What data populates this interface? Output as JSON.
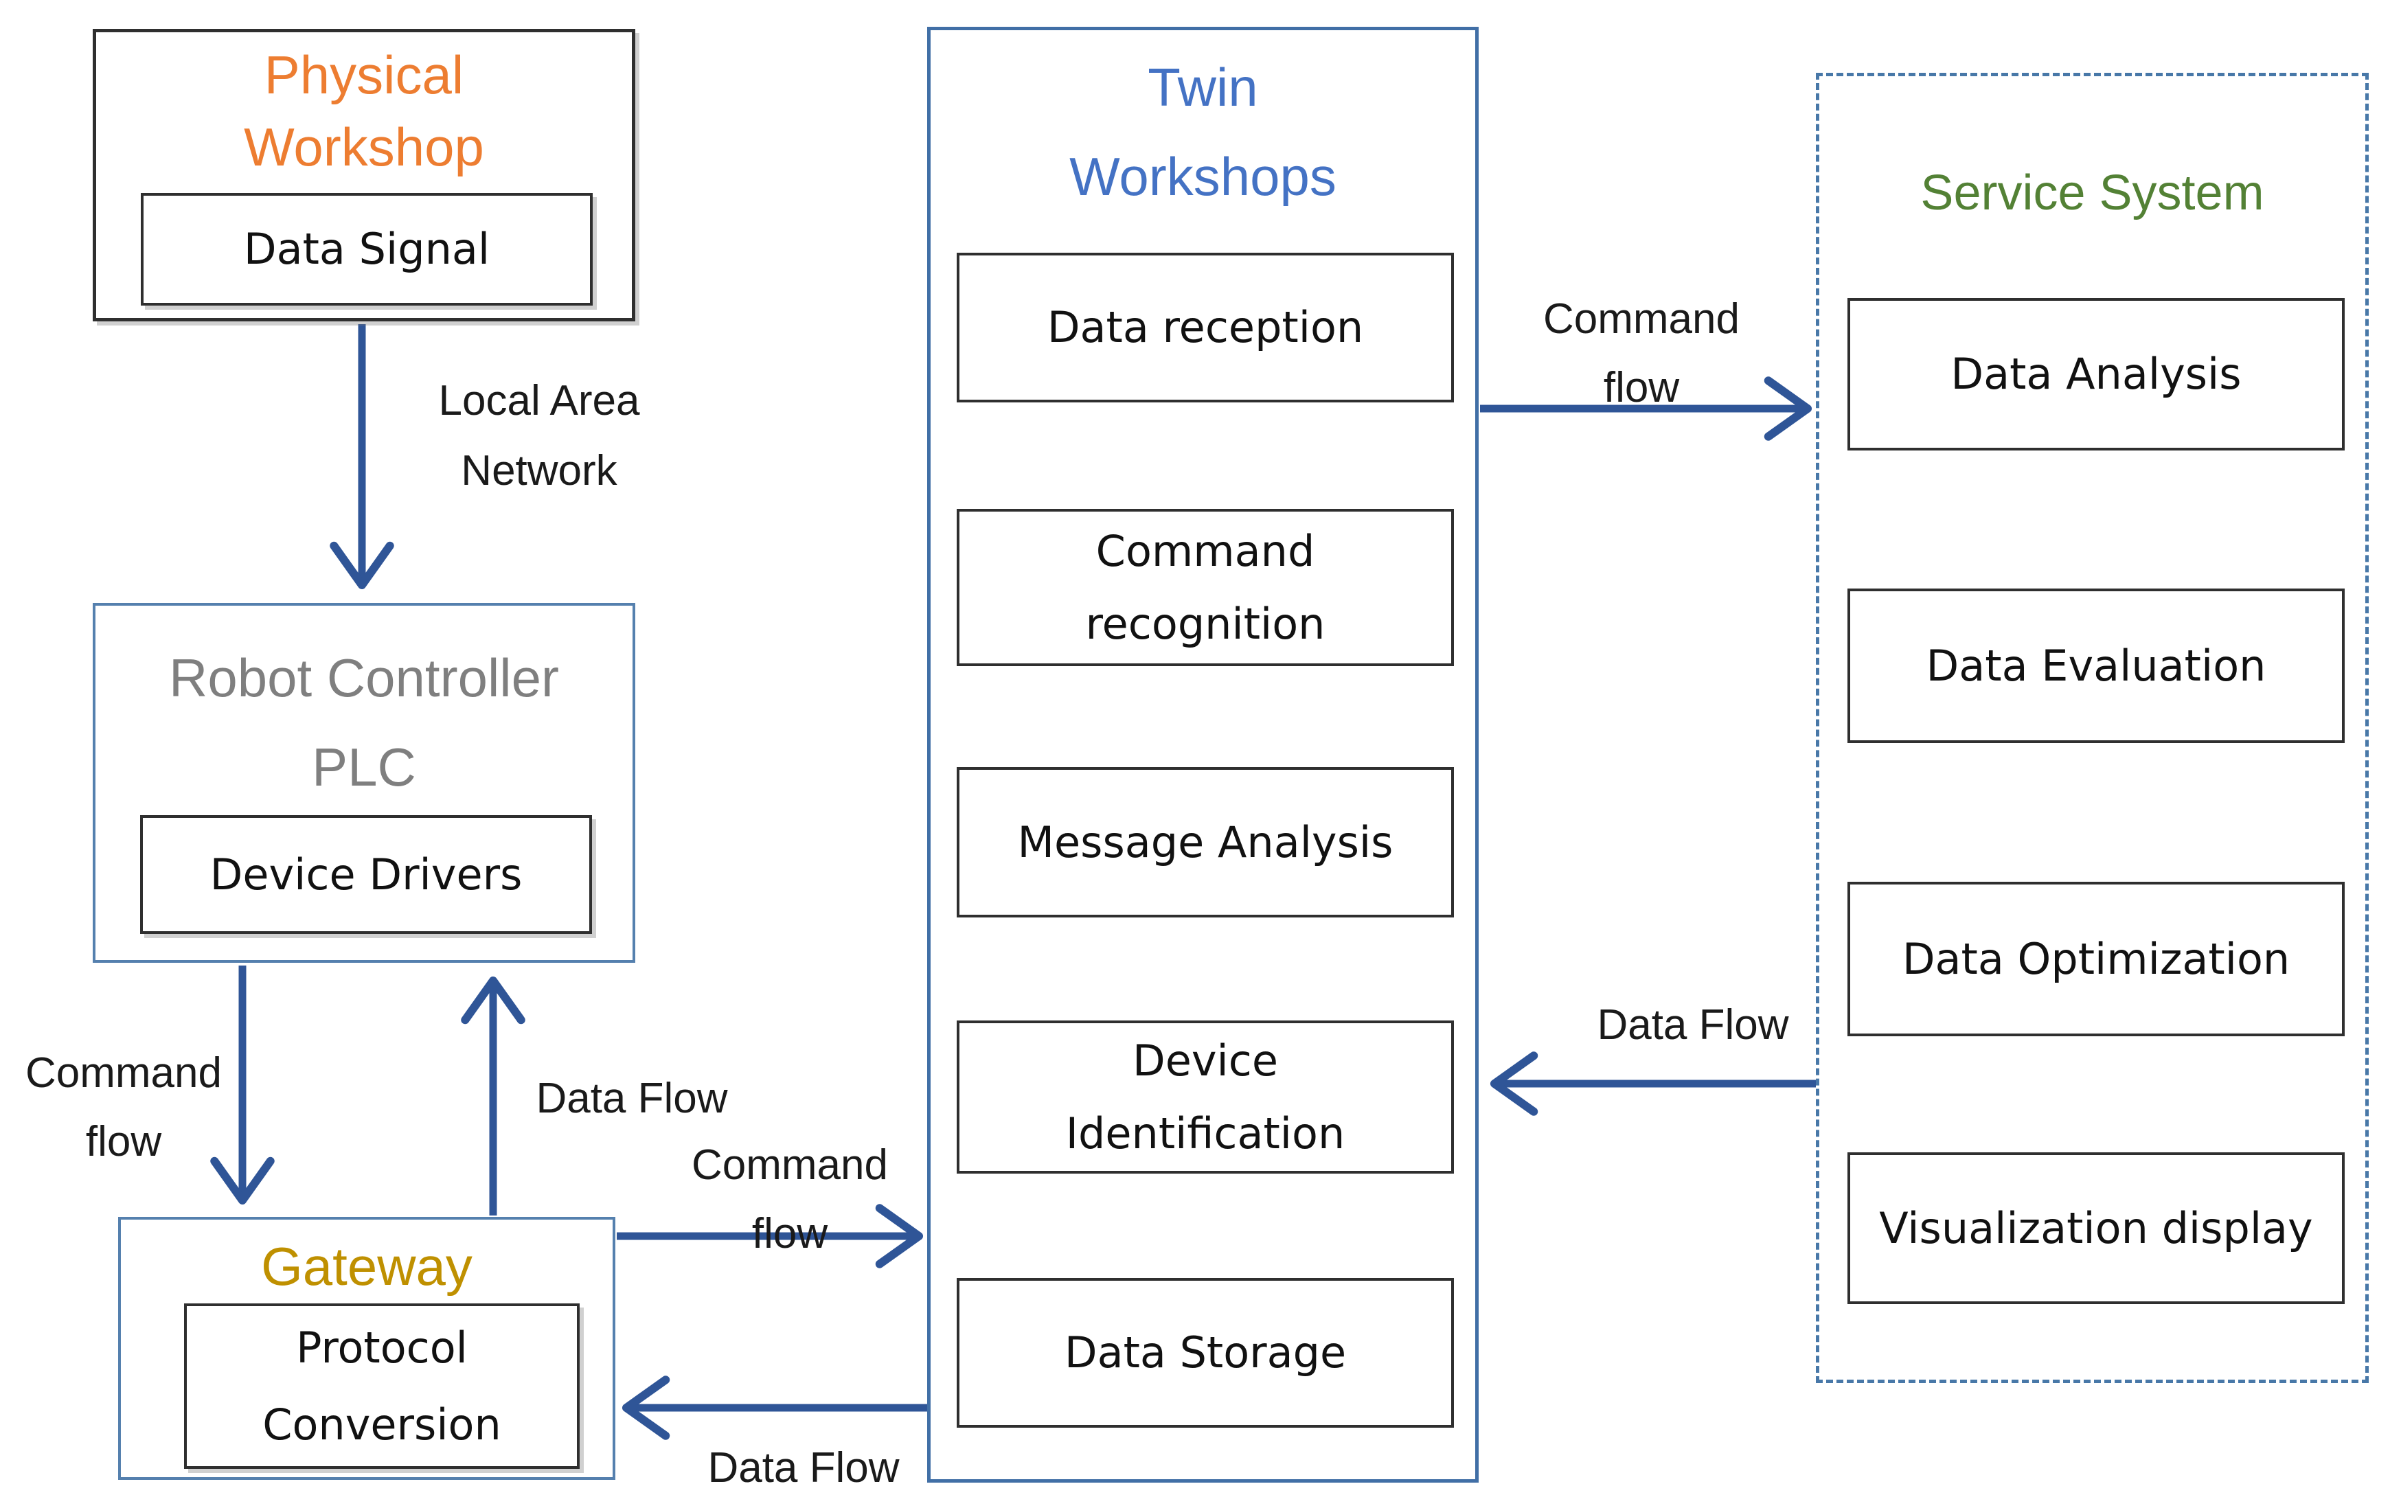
{
  "diagram": {
    "physical_workshop": {
      "title": "Physical Workshop",
      "items": [
        {
          "label": "Data Signal"
        }
      ]
    },
    "robot_controller": {
      "title": "Robot Controller PLC",
      "items": [
        {
          "label": "Device Drivers"
        }
      ]
    },
    "gateway": {
      "title": "Gateway",
      "items": [
        {
          "label": "Protocol Conversion"
        }
      ]
    },
    "twin_workshops": {
      "title": "Twin Workshops",
      "items": [
        {
          "label": "Data reception"
        },
        {
          "label": "Command recognition"
        },
        {
          "label": "Message Analysis"
        },
        {
          "label": "Device Identification"
        },
        {
          "label": "Data Storage"
        }
      ]
    },
    "service_system": {
      "title": "Service System",
      "items": [
        {
          "label": "Data Analysis"
        },
        {
          "label": "Data Evaluation"
        },
        {
          "label": "Data Optimization"
        },
        {
          "label": "Visualization display"
        }
      ]
    },
    "labels": {
      "lan": "Local Area Network",
      "command_flow_left": "Command flow",
      "data_flow_left": "Data Flow",
      "command_flow_mid": "Command flow",
      "data_flow_mid": "Data Flow",
      "command_flow_right": "Command flow",
      "data_flow_right": "Data Flow"
    },
    "colors": {
      "physical_workshop_title": "#ED7D31",
      "robot_controller_title": "#7F7F7F",
      "gateway_title": "#BF9000",
      "twin_workshops_title": "#4472C4",
      "service_system_title": "#538135",
      "arrow": "#2F5597",
      "group_border_blue": "#5580AE",
      "dashed_border": "#4878A8",
      "box_border": "#2F2F2F"
    }
  }
}
